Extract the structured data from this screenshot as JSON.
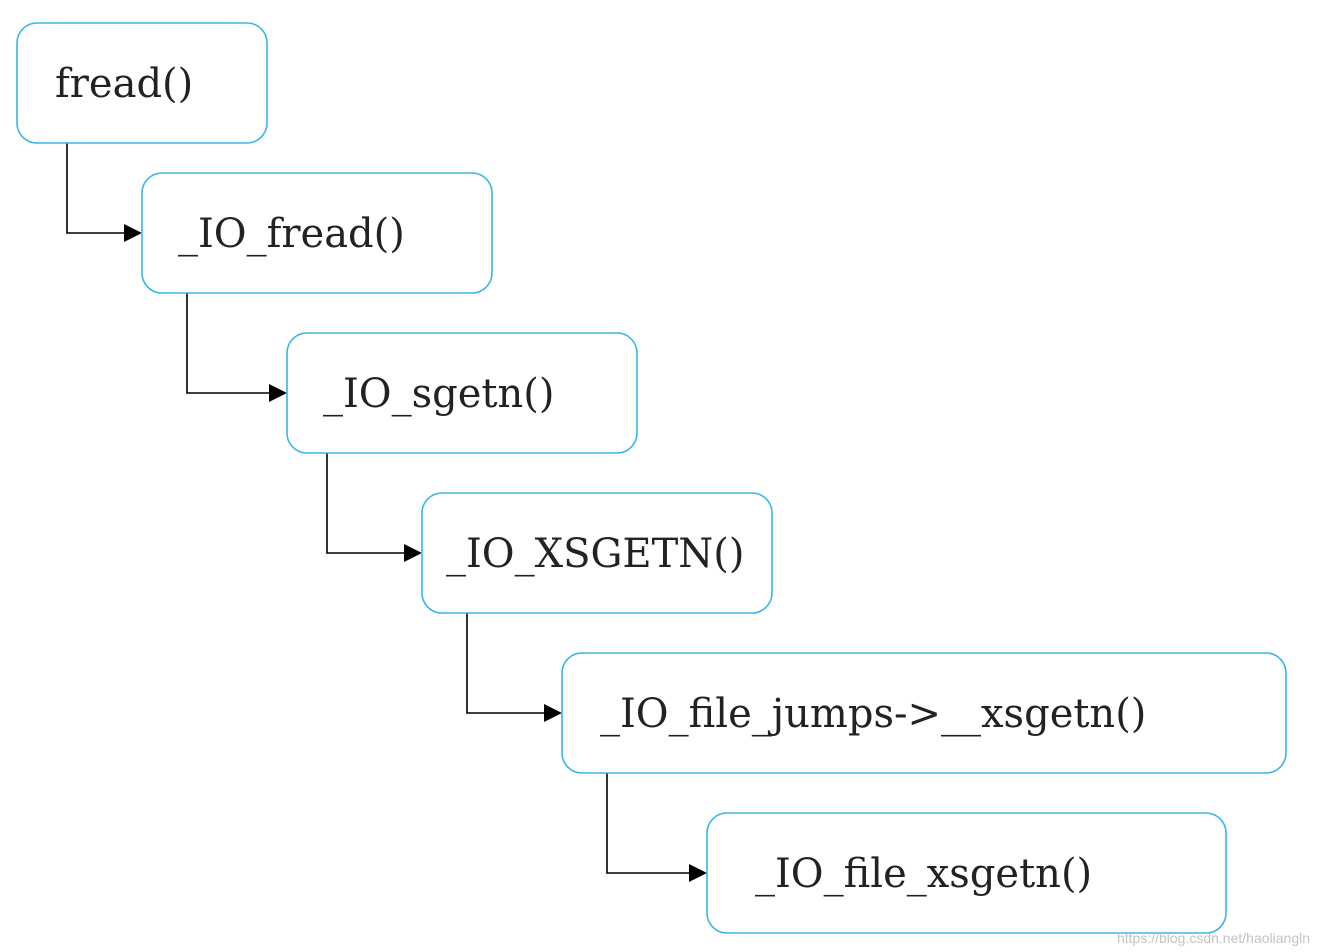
{
  "diagram": {
    "type": "call-chain",
    "nodes": [
      {
        "id": "fread",
        "label": "fread()"
      },
      {
        "id": "io_fread",
        "label": "_IO_fread()"
      },
      {
        "id": "io_sgetn",
        "label": "_IO_sgetn()"
      },
      {
        "id": "io_xsgetn_macro",
        "label": "_IO_XSGETN()"
      },
      {
        "id": "io_file_jumps_xsgetn",
        "label": "_IO_file_jumps->__xsgetn()"
      },
      {
        "id": "io_file_xsgetn",
        "label": "_IO_file_xsgetn()"
      }
    ],
    "edges": [
      {
        "from": "fread",
        "to": "io_fread"
      },
      {
        "from": "io_fread",
        "to": "io_sgetn"
      },
      {
        "from": "io_sgetn",
        "to": "io_xsgetn_macro"
      },
      {
        "from": "io_xsgetn_macro",
        "to": "io_file_jumps_xsgetn"
      },
      {
        "from": "io_file_jumps_xsgetn",
        "to": "io_file_xsgetn"
      }
    ]
  },
  "colors": {
    "node_border": "#38b6e8",
    "edge": "#000000",
    "text": "#222222"
  },
  "watermark": "https://blog.csdn.net/haoliangln"
}
